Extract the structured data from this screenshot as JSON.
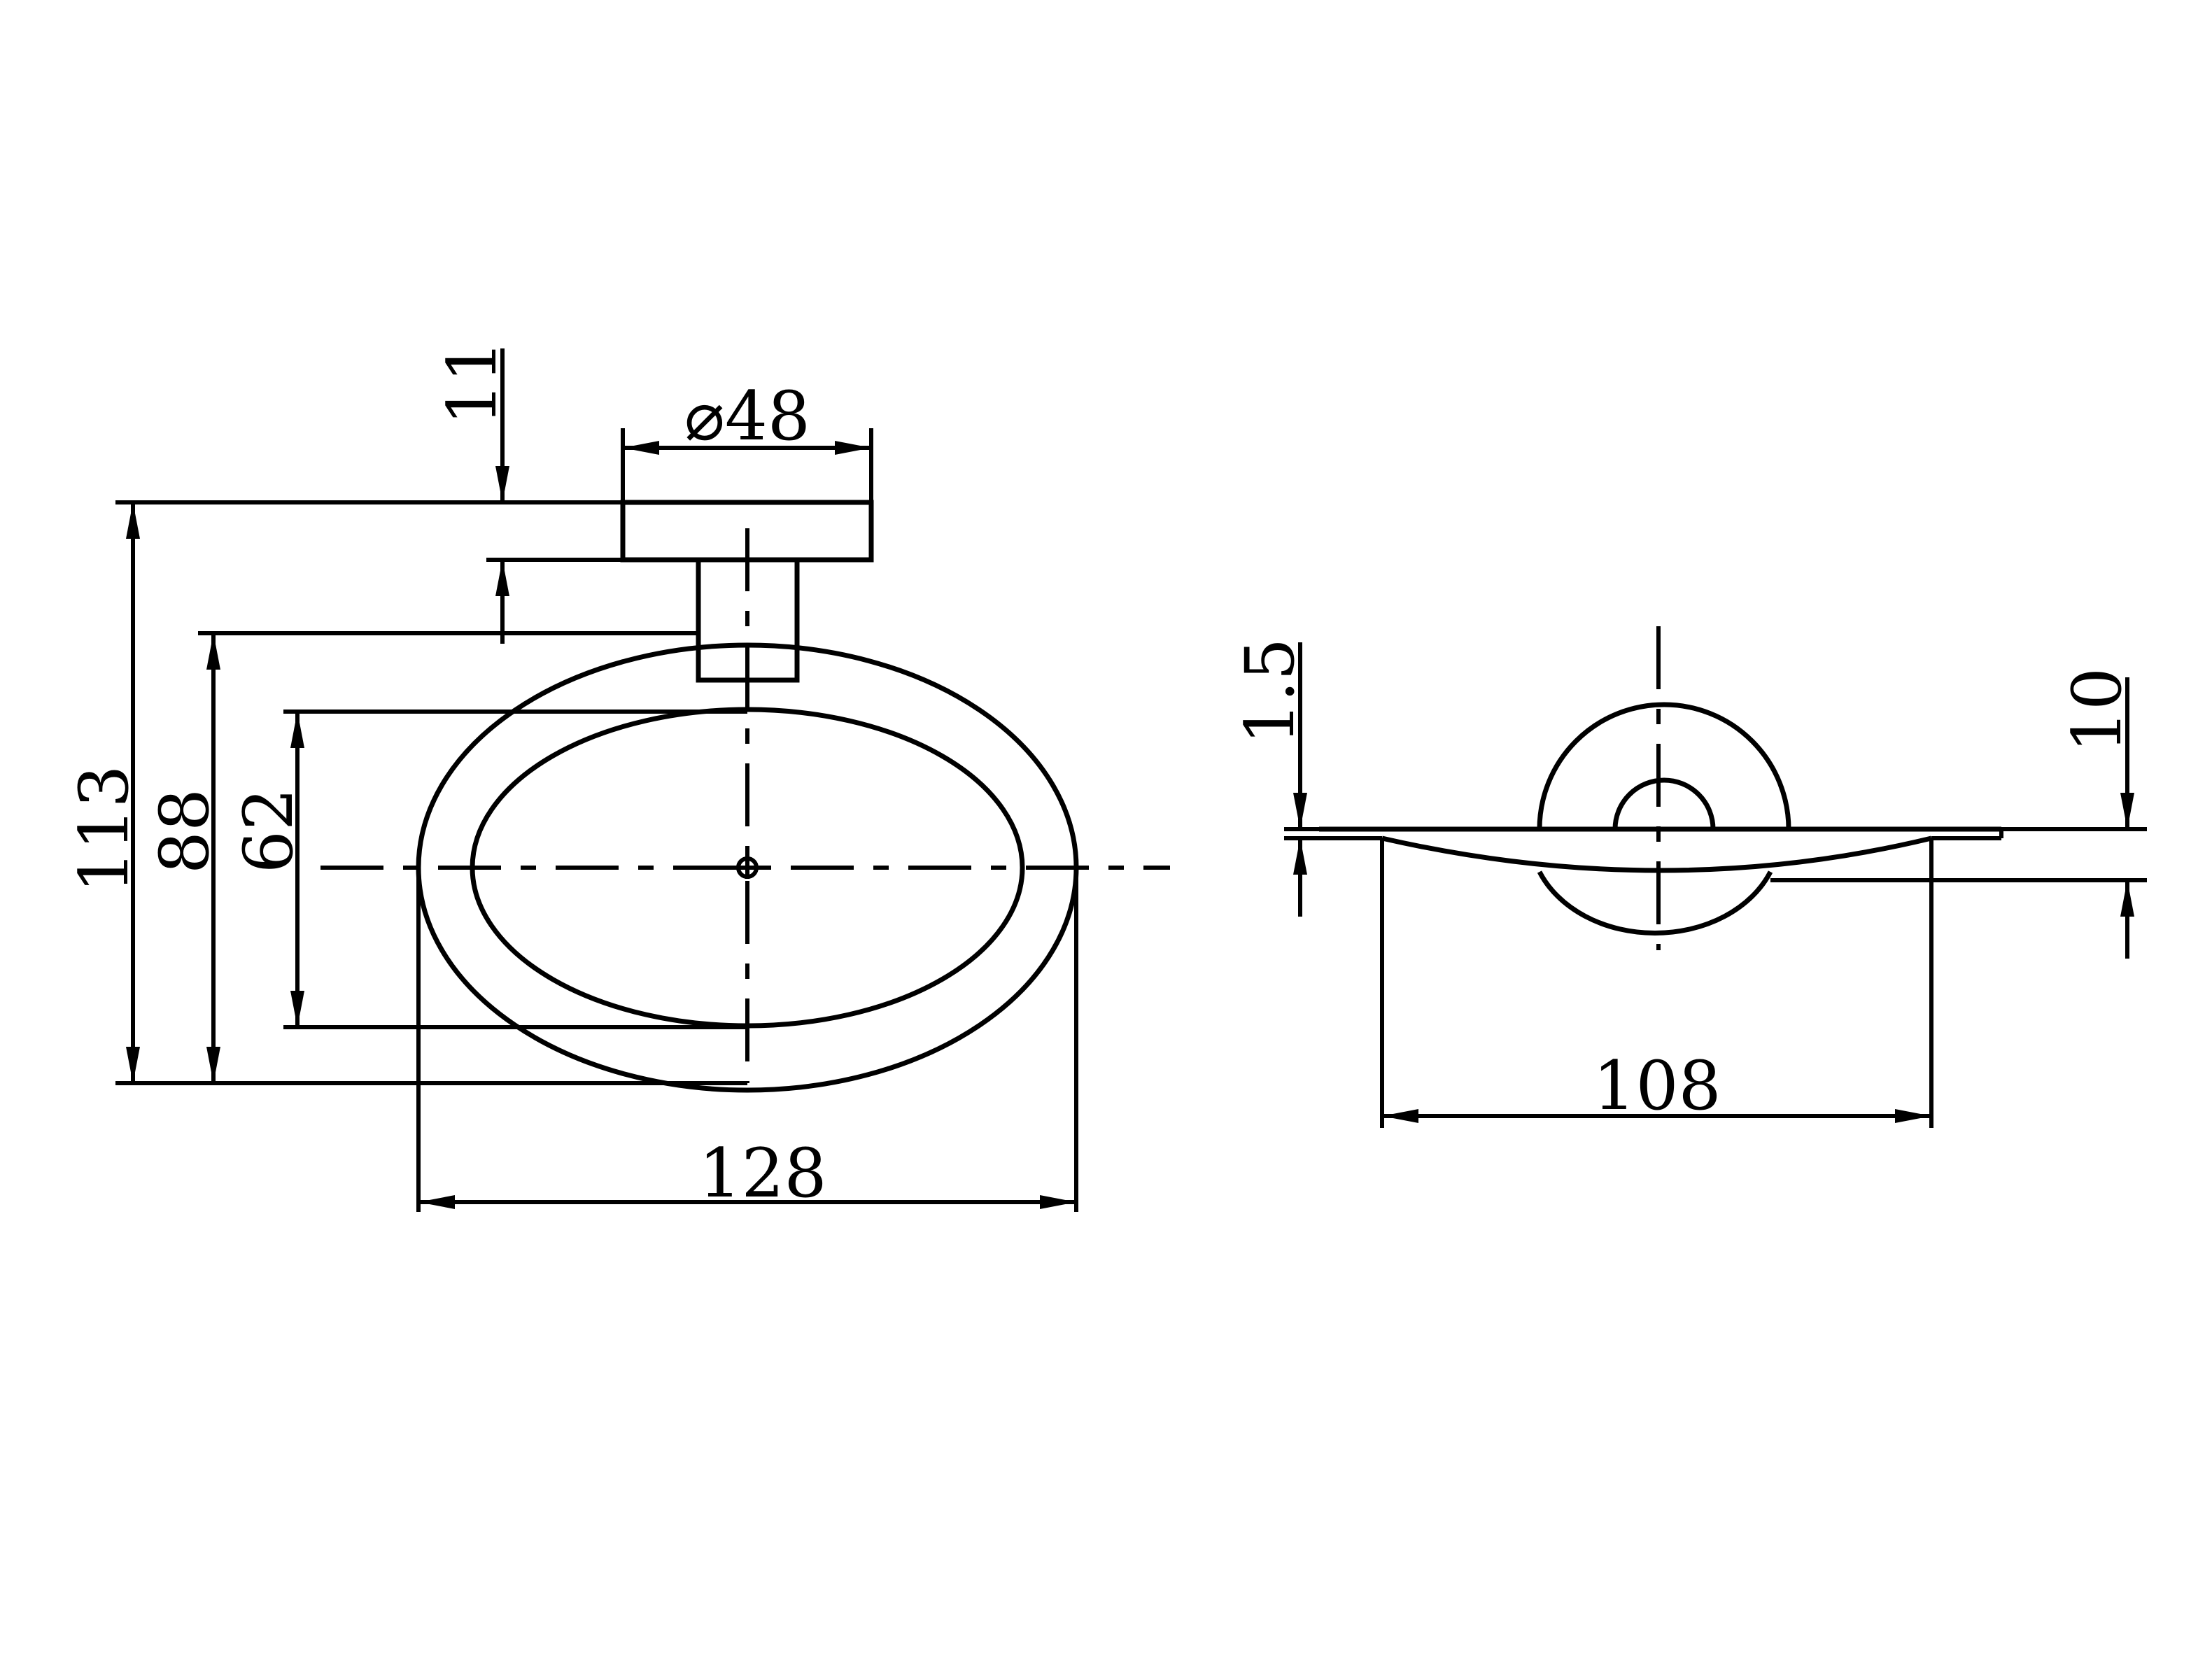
{
  "front_view": {
    "dims": {
      "width_overall": "128",
      "height_overall": "113",
      "ring_outer_height": "88",
      "ring_inner_height": "62",
      "flange_diameter": "⌀48",
      "flange_thickness": "11"
    }
  },
  "side_view": {
    "dims": {
      "depth": "108",
      "plate_thickness": "1.5",
      "offset": "10"
    }
  },
  "colors": {
    "line": "#000000",
    "background": "#ffffff"
  }
}
